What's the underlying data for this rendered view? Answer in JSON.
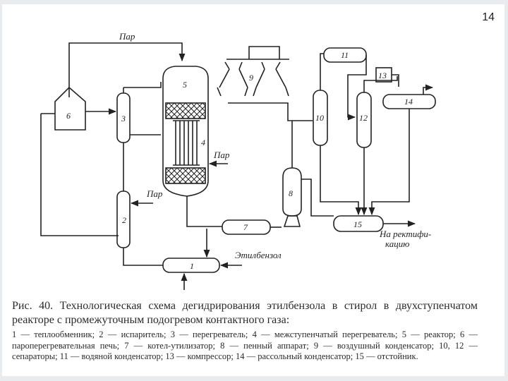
{
  "page_number": "14",
  "labels": {
    "steam_top": "Пар",
    "steam_mid": "Пар",
    "steam_left": "Пар",
    "ethylbenzene": "Этилбензол",
    "to_rectification_1": "На ректифи-",
    "to_rectification_2": "кацию"
  },
  "units": {
    "u1": "1",
    "u2": "2",
    "u3": "3",
    "u4": "4",
    "u5": "5",
    "u6": "6",
    "u7": "7",
    "u8": "8",
    "u9": "9",
    "u10": "10",
    "u11": "11",
    "u12": "12",
    "u13": "13",
    "u14": "14",
    "u15": "15"
  },
  "caption": {
    "title": "Рис. 40. Технологическая схема дегидрирования этилбензола в стирол в двухступенчатом реакторе с промежуточным подогревом контактного газа:",
    "legend": "1 — теплообменник; 2 — испаритель; 3 — перегреватель; 4 — межступенчатый перегреватель; 5 — реактор; 6 — пароперегревательная печь; 7 — котел-утилизатор; 8 — пенный аппарат; 9 — воздушный конденсатор; 10, 12 — сепараторы; 11 — водяной конденсатор; 13 — компрессор; 14 — рассольный конденсатор; 15 — отстойник."
  }
}
